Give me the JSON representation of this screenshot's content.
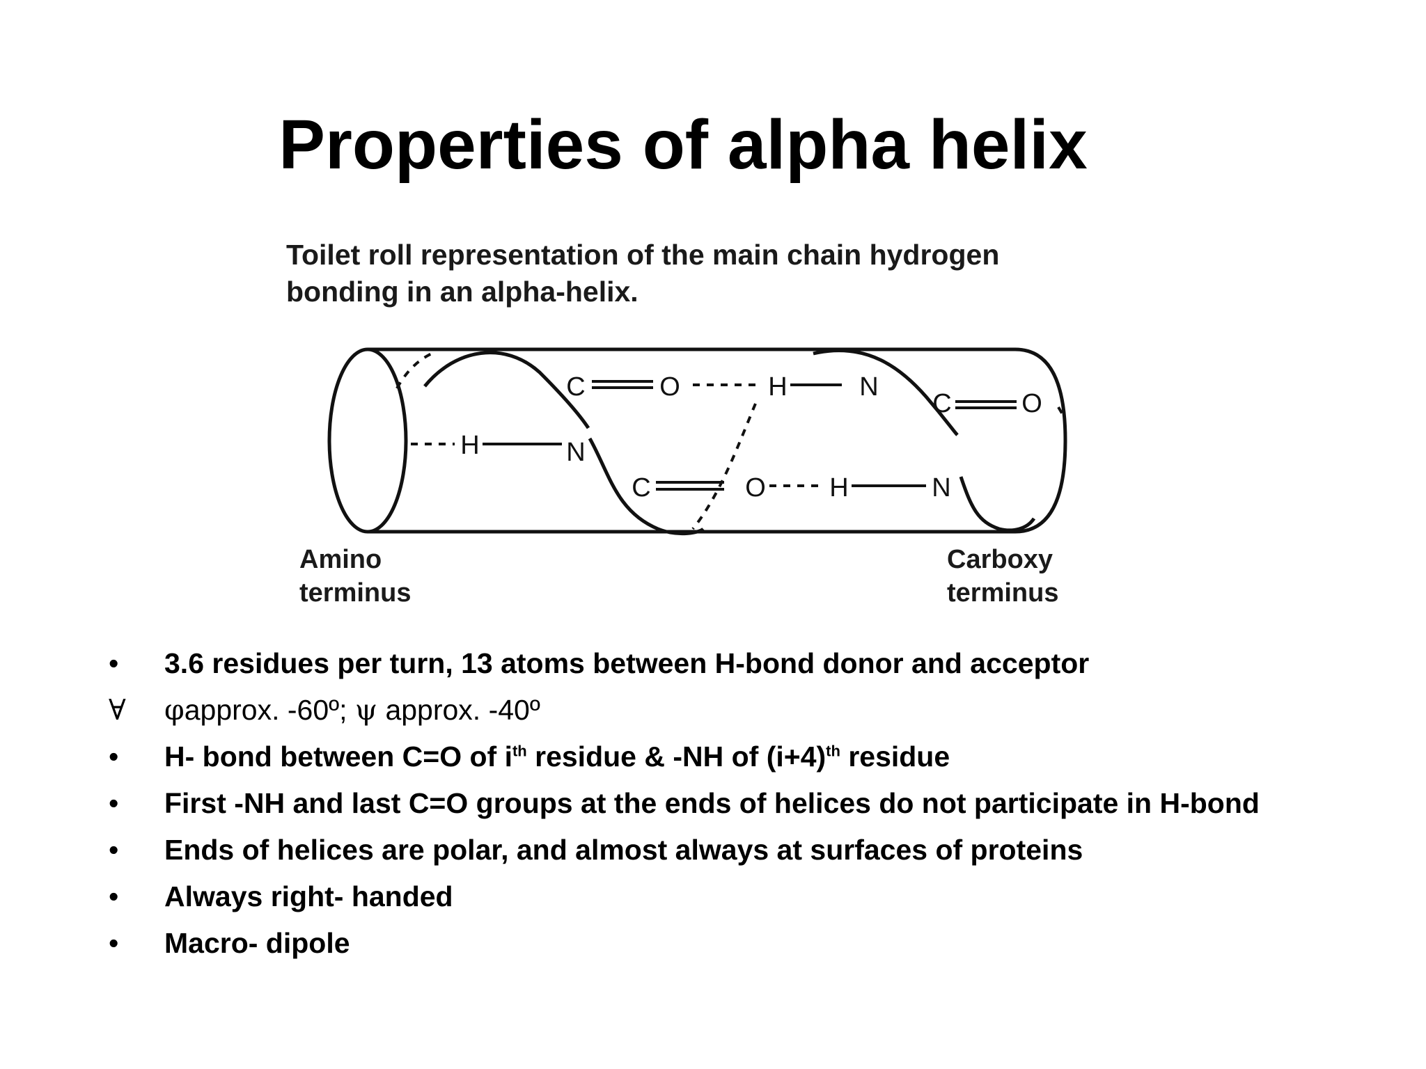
{
  "title": "Properties of alpha helix",
  "figure": {
    "caption_line1": "Toilet roll representation of the main chain hydrogen",
    "caption_line2": "bonding in an alpha-helix.",
    "left_label_line1": "Amino",
    "left_label_line2": "terminus",
    "right_label_line1": "Carboxy",
    "right_label_line2": "terminus",
    "atoms": {
      "c": "C",
      "o": "O",
      "h": "H",
      "n": "N"
    }
  },
  "bullets": [
    {
      "marker": "•",
      "text": "3.6 residues per turn, 13 atoms between H-bond donor and acceptor"
    },
    {
      "marker": "∀",
      "phi": "φ",
      "phi_text": "approx. -60º; ",
      "psi": "ψ",
      "psi_text": " approx.  -40º"
    },
    {
      "marker": "•",
      "text_a": "H- bond between C=O of i",
      "sup_a": "th",
      "text_b": " residue & -NH of (i+4)",
      "sup_b": "th",
      "text_c": " residue"
    },
    {
      "marker": "•",
      "text": "First -NH and last C=O groups at the ends of helices do not participate in H-bond"
    },
    {
      "marker": "•",
      "text": "Ends of helices are polar, and almost always at surfaces of proteins"
    },
    {
      "marker": "•",
      "text": "Always right- handed"
    },
    {
      "marker": "•",
      "text": "Macro- dipole"
    }
  ]
}
